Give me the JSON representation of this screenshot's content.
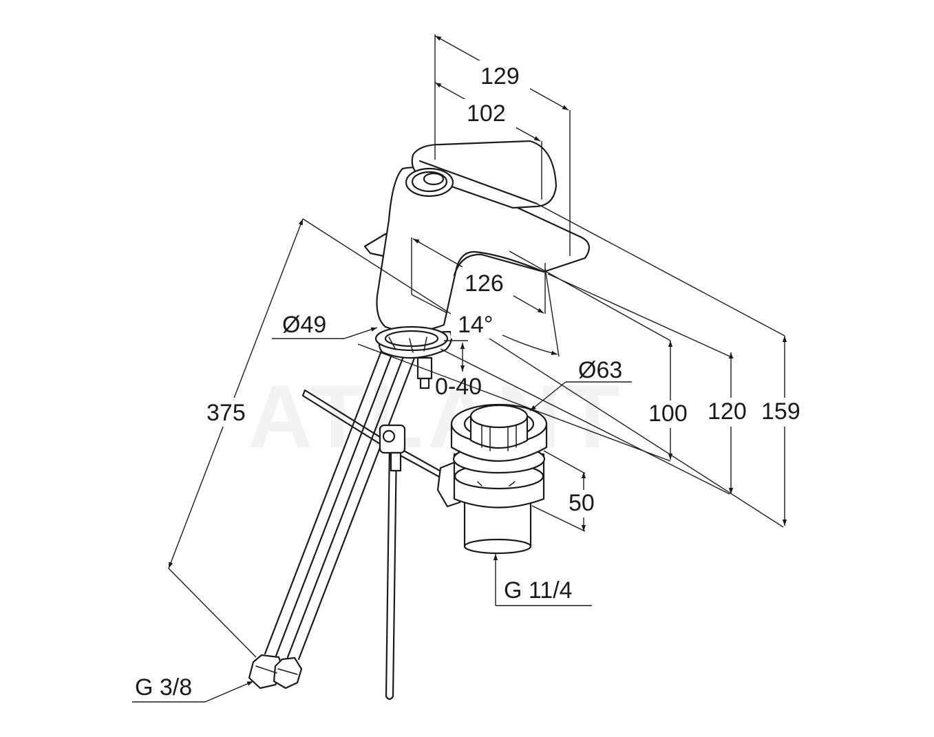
{
  "watermark": "ATLANT",
  "dimensions": {
    "width_total": "129",
    "width_spout": "102",
    "spout_reach": "126",
    "base_diameter": "Ø49",
    "angle": "14°",
    "pop_up_range": "0-40",
    "waste_diameter": "Ø63",
    "hose_length": "375",
    "height_spout": "100",
    "height_body": "120",
    "height_total": "159",
    "waste_height": "50",
    "waste_thread": "G 11/4",
    "hose_thread": "G 3/8"
  }
}
